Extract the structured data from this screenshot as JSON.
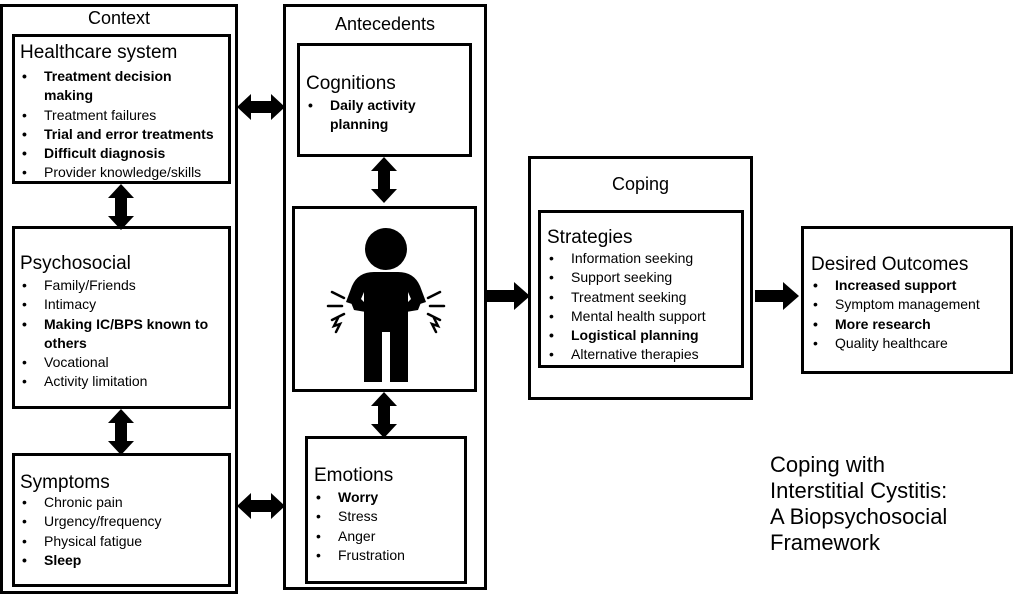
{
  "context": {
    "title": "Context",
    "healthcare": {
      "title": "Healthcare system",
      "items": [
        {
          "text": "Treatment decision\nmaking",
          "bold": true
        },
        {
          "text": "Treatment failures",
          "bold": false
        },
        {
          "text": "Trial and error treatments",
          "bold": true
        },
        {
          "text": "Difficult diagnosis",
          "bold": true
        },
        {
          "text": "Provider knowledge/skills",
          "bold": false
        }
      ]
    },
    "psychosocial": {
      "title": "Psychosocial",
      "items": [
        {
          "text": "Family/Friends",
          "bold": false
        },
        {
          "text": "Intimacy",
          "bold": false
        },
        {
          "text": "Making IC/BPS known to\nothers",
          "bold": true
        },
        {
          "text": "Vocational",
          "bold": false
        },
        {
          "text": "Activity limitation",
          "bold": false
        }
      ]
    },
    "symptoms": {
      "title": "Symptoms",
      "items": [
        {
          "text": "Chronic pain",
          "bold": false
        },
        {
          "text": "Urgency/frequency",
          "bold": false
        },
        {
          "text": "Physical fatigue",
          "bold": false
        },
        {
          "text": "Sleep",
          "bold": true
        }
      ]
    }
  },
  "antecedents": {
    "title": "Antecedents",
    "cognitions": {
      "title": "Cognitions",
      "items": [
        {
          "text": "Daily activity\nplanning",
          "bold": true
        }
      ]
    },
    "emotions": {
      "title": "Emotions",
      "items": [
        {
          "text": "Worry",
          "bold": true
        },
        {
          "text": "Stress",
          "bold": false
        },
        {
          "text": "Anger",
          "bold": false
        },
        {
          "text": "Frustration",
          "bold": false
        }
      ]
    }
  },
  "coping": {
    "title": "Coping",
    "strategies": {
      "title": "Strategies",
      "items": [
        {
          "text": "Information seeking",
          "bold": false
        },
        {
          "text": "Support seeking",
          "bold": false
        },
        {
          "text": "Treatment seeking",
          "bold": false
        },
        {
          "text": "Mental health support",
          "bold": false
        },
        {
          "text": "Logistical planning",
          "bold": true
        },
        {
          "text": "Alternative therapies",
          "bold": false
        }
      ]
    }
  },
  "outcomes": {
    "title": "Desired Outcomes",
    "items": [
      {
        "text": "Increased support",
        "bold": true
      },
      {
        "text": "Symptom management",
        "bold": false
      },
      {
        "text": "More research",
        "bold": true
      },
      {
        "text": "Quality healthcare",
        "bold": false
      }
    ]
  },
  "framework_title": {
    "line1": "Coping with",
    "line2": "Interstitial Cystitis:",
    "line3": "A Biopsychosocial",
    "line4": "Framework"
  },
  "icons": {
    "person": "person-in-pain-icon",
    "arrow": "double-arrow-icon"
  },
  "colors": {
    "line": "#000000",
    "background": "#ffffff"
  }
}
